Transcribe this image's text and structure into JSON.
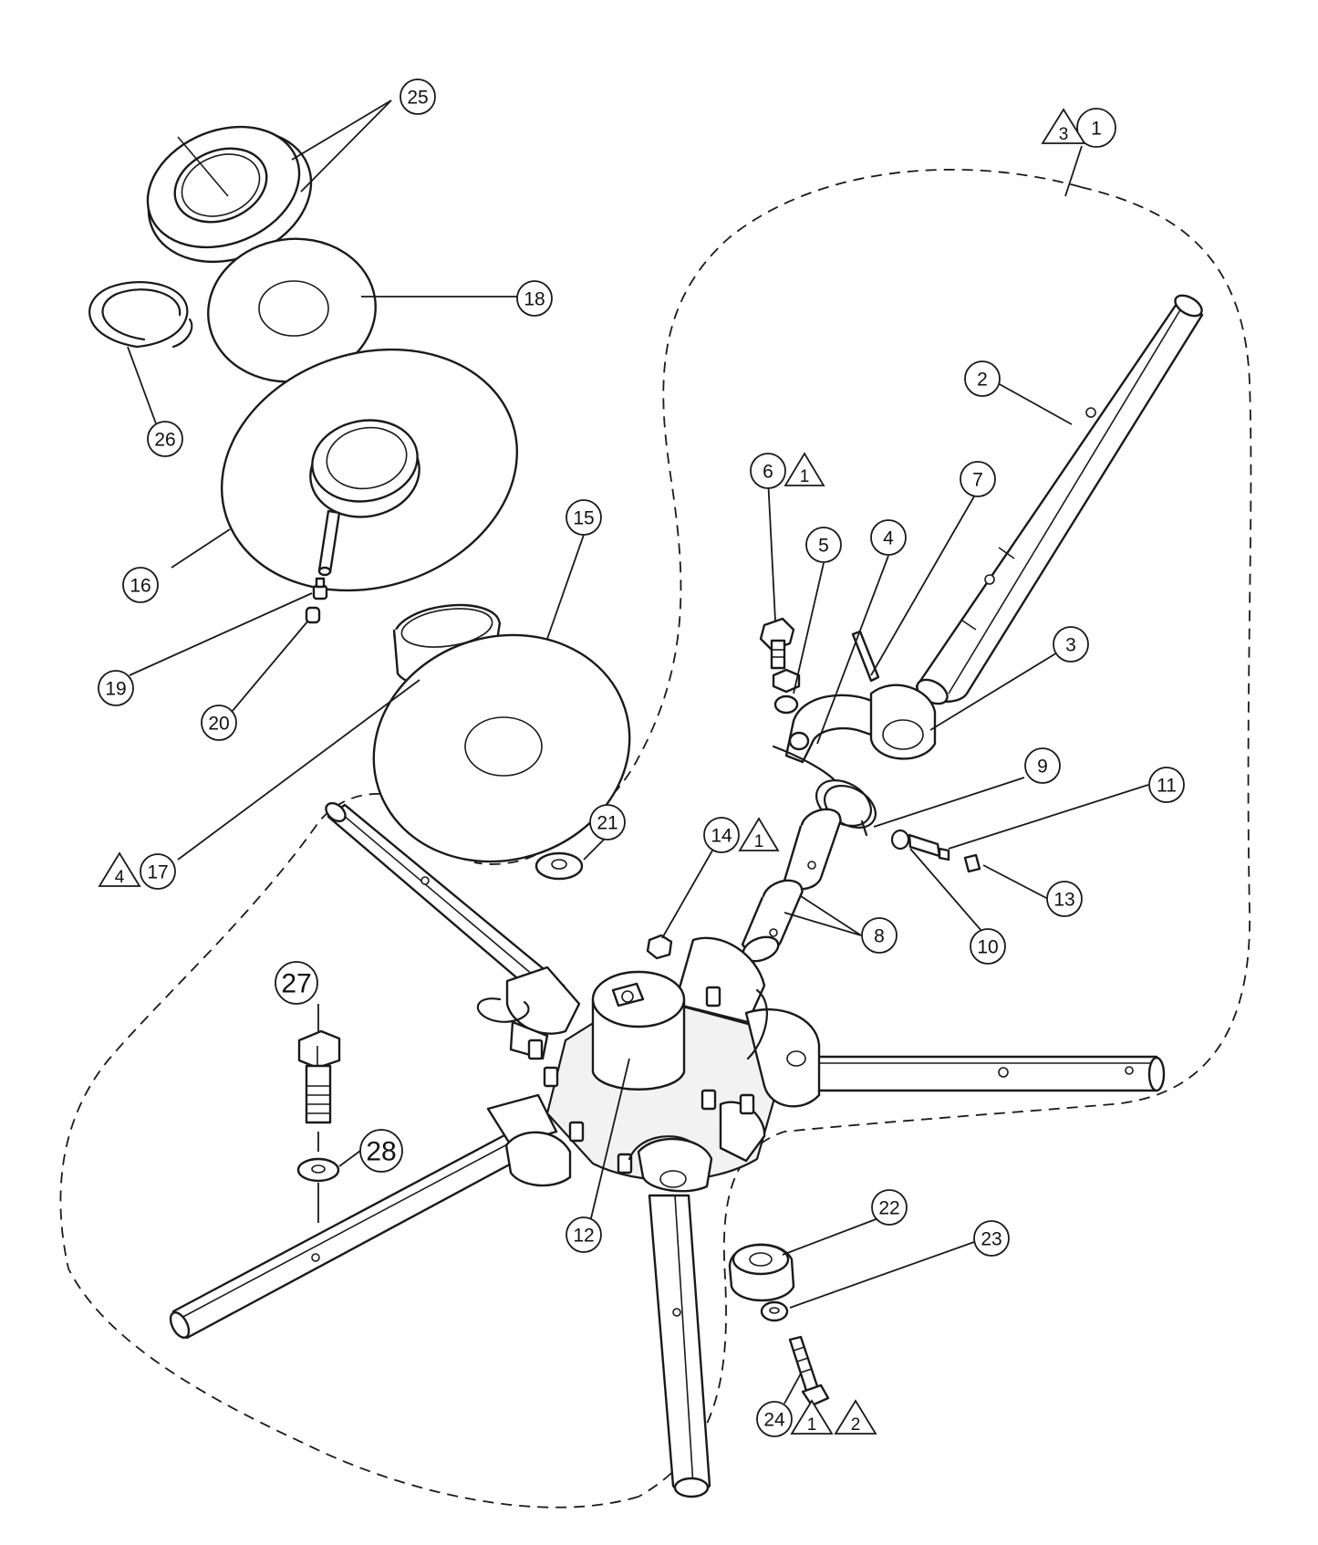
{
  "diagram": {
    "callouts": [
      {
        "id": "c1",
        "label": "1"
      },
      {
        "id": "c2",
        "label": "2"
      },
      {
        "id": "c3",
        "label": "3"
      },
      {
        "id": "c4",
        "label": "4"
      },
      {
        "id": "c5",
        "label": "5"
      },
      {
        "id": "c6",
        "label": "6"
      },
      {
        "id": "c7",
        "label": "7"
      },
      {
        "id": "c8",
        "label": "8"
      },
      {
        "id": "c9",
        "label": "9"
      },
      {
        "id": "c10",
        "label": "10"
      },
      {
        "id": "c11",
        "label": "11"
      },
      {
        "id": "c12",
        "label": "12"
      },
      {
        "id": "c13",
        "label": "13"
      },
      {
        "id": "c14",
        "label": "14"
      },
      {
        "id": "c15",
        "label": "15"
      },
      {
        "id": "c16",
        "label": "16"
      },
      {
        "id": "c17",
        "label": "17"
      },
      {
        "id": "c18",
        "label": "18"
      },
      {
        "id": "c19",
        "label": "19"
      },
      {
        "id": "c20",
        "label": "20"
      },
      {
        "id": "c21",
        "label": "21"
      },
      {
        "id": "c22",
        "label": "22"
      },
      {
        "id": "c23",
        "label": "23"
      },
      {
        "id": "c24",
        "label": "24"
      },
      {
        "id": "c25",
        "label": "25"
      },
      {
        "id": "c26",
        "label": "26"
      },
      {
        "id": "c27",
        "label": "27"
      },
      {
        "id": "c28",
        "label": "28"
      }
    ],
    "notes": [
      {
        "id": "n3",
        "label": "3"
      },
      {
        "id": "n1a",
        "label": "1"
      },
      {
        "id": "n4",
        "label": "4"
      },
      {
        "id": "n1b",
        "label": "1"
      },
      {
        "id": "n1c",
        "label": "1"
      },
      {
        "id": "n2",
        "label": "2"
      }
    ]
  }
}
